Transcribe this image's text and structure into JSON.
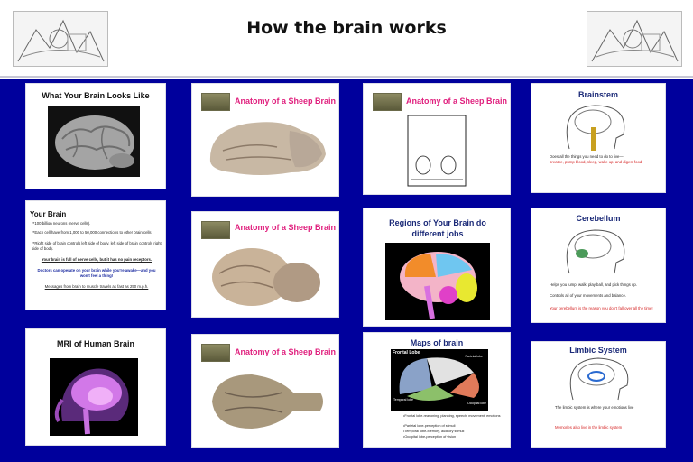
{
  "page": {
    "title": "How the brain works"
  },
  "slides": {
    "looks_like": {
      "title": "What Your Brain Looks Like"
    },
    "your_brain": {
      "title": "Your Brain",
      "lines": [
        "**100 billion neurons (nerve cells).",
        "**Each cell have from 1,000 to 50,000 connections to other brain cells.",
        "**Right side of brain controls left side of body, left side of brain controls right side of body."
      ],
      "underline1": "Your brain is full of nerve cells, but it has no pain receptors.",
      "bold_blue": "Doctors can operate on your brain while you're awake—and you won't feel a thing!",
      "underline2": "Messages from brain to muscle travels as fast as 250 m.p.h."
    },
    "mri": {
      "title": "MRI of Human Brain"
    },
    "sheep1": {
      "title": "Anatomy of a Sheep Brain"
    },
    "sheep2": {
      "title": "Anatomy of a Sheep Brain"
    },
    "sheep3": {
      "title": "Anatomy of a Sheep Brain"
    },
    "sheep4": {
      "title": "Anatomy of a Sheep Brain"
    },
    "regions": {
      "title": "Regions of Your Brain do different jobs"
    },
    "maps": {
      "title": "Maps of brain",
      "frontal_lobe": "Frontal Lobe",
      "parietal": "Parietal lobe",
      "temporal": "Temporal lobe",
      "occipital": "Occipital lobe",
      "bullets": [
        "•Frontal lobe-reasoning, planning, speech, movement, emotions",
        "•Parietal lobe-perception of stimuli",
        "•Temporal lobe-Memory, auditory stimuli",
        "•Occipital lobe-perception of vision"
      ]
    },
    "brainstem": {
      "title": "Brainstem",
      "line1": "Does all the things you need to do to live—",
      "line2": "breathe, pump blood, sleep, wake up, and digest food"
    },
    "cerebellum": {
      "title": "Cerebellum",
      "line1": "Helps you jump, walk, play ball, and pick things up.",
      "line2": "Controls all of your movements and balance.",
      "line3": "Your cerebellum is the reason you don't fall over all the time!"
    },
    "limbic": {
      "title": "Limbic System",
      "line1": "The limbic system is where your emotions live",
      "line2": "Memories also live in the limbic system"
    }
  },
  "colors": {
    "stage": "#00009c",
    "pink_title": "#e0207e",
    "navy_title": "#1b2a78",
    "red_text": "#d42020"
  }
}
